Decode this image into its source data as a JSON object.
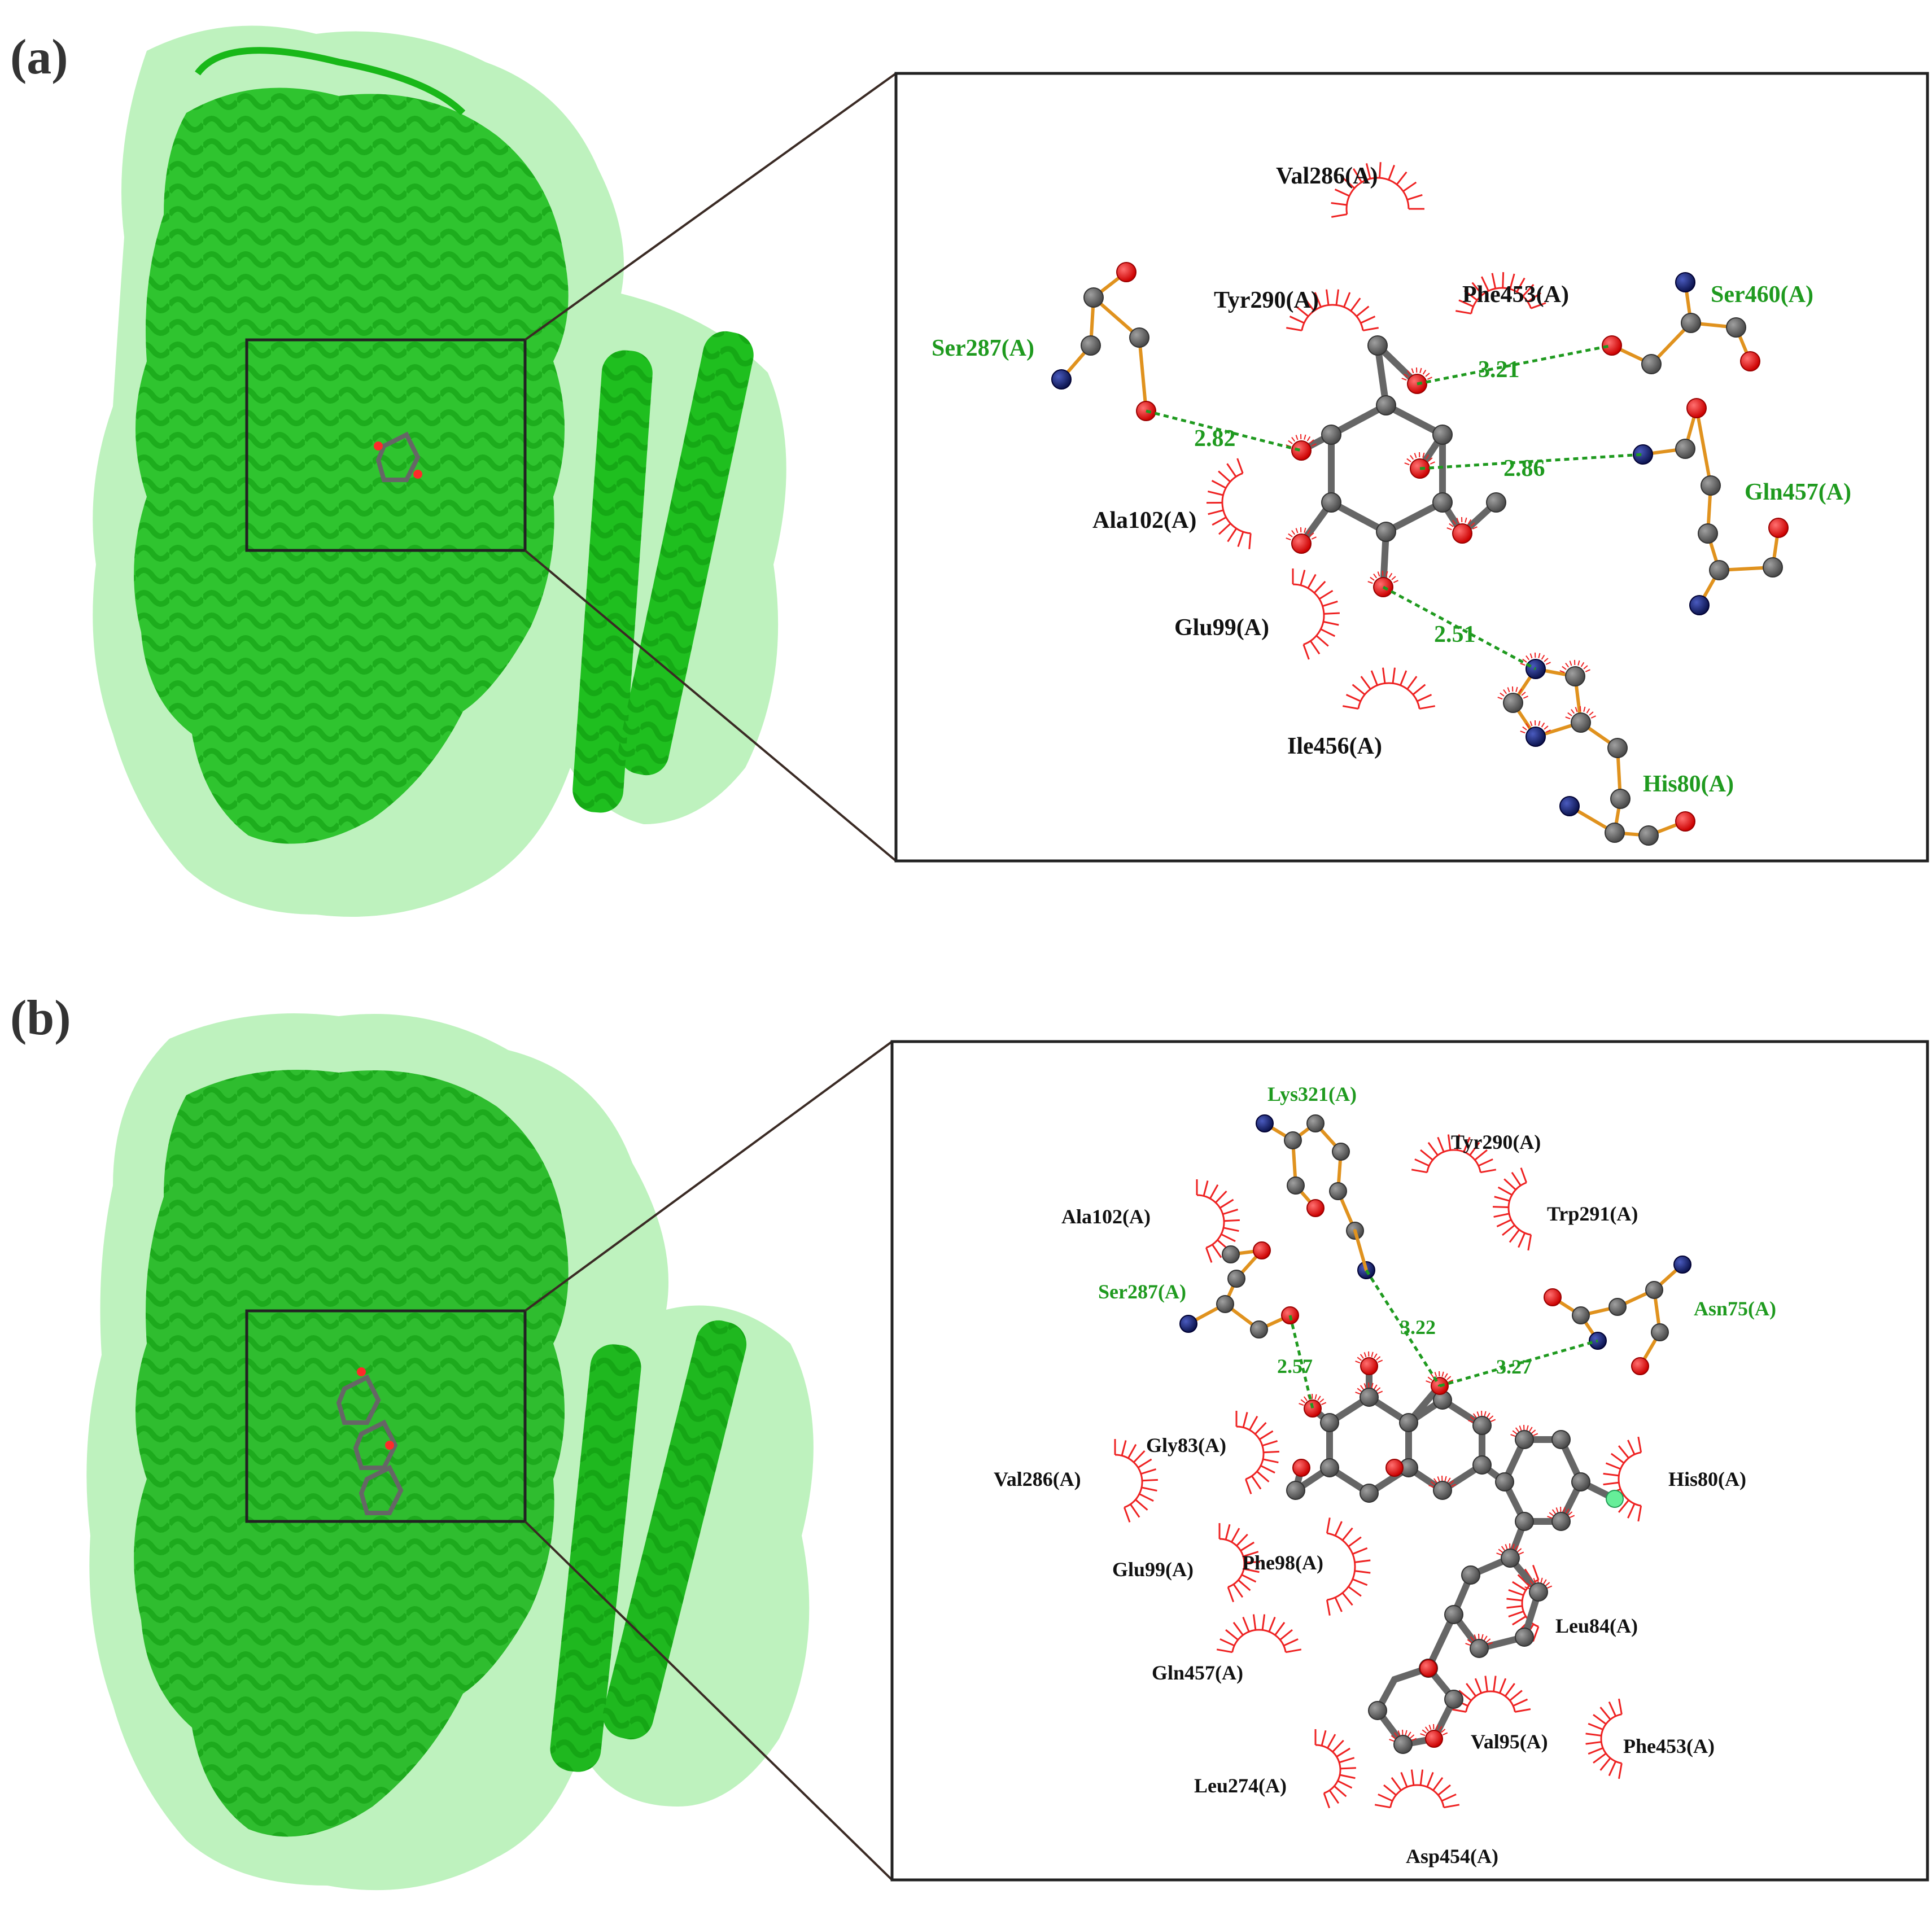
{
  "panels": [
    {
      "label": "(a)",
      "hydrophobic": [
        {
          "id": "val286",
          "text": "Val286(A)"
        },
        {
          "id": "tyr290",
          "text": "Tyr290(A)"
        },
        {
          "id": "phe453",
          "text": "Phe453(A)"
        },
        {
          "id": "ala102",
          "text": "Ala102(A)"
        },
        {
          "id": "glu99",
          "text": "Glu99(A)"
        },
        {
          "id": "ile456",
          "text": "Ile456(A)"
        }
      ],
      "hbond_residues": [
        {
          "id": "ser287",
          "text": "Ser287(A)"
        },
        {
          "id": "ser460",
          "text": "Ser460(A)"
        },
        {
          "id": "gln457",
          "text": "Gln457(A)"
        },
        {
          "id": "his80",
          "text": "His80(A)"
        }
      ],
      "distances": [
        "2.82",
        "3.21",
        "2.86",
        "2.51"
      ]
    },
    {
      "label": "(b)",
      "hydrophobic": [
        {
          "id": "tyr290",
          "text": "Tyr290(A)"
        },
        {
          "id": "ala102",
          "text": "Ala102(A)"
        },
        {
          "id": "trp291",
          "text": "Trp291(A)"
        },
        {
          "id": "gly83",
          "text": "Gly83(A)"
        },
        {
          "id": "val286",
          "text": "Val286(A)"
        },
        {
          "id": "his80",
          "text": "His80(A)"
        },
        {
          "id": "glu99",
          "text": "Glu99(A)"
        },
        {
          "id": "phe98",
          "text": "Phe98(A)"
        },
        {
          "id": "leu84",
          "text": "Leu84(A)"
        },
        {
          "id": "gln457",
          "text": "Gln457(A)"
        },
        {
          "id": "val95",
          "text": "Val95(A)"
        },
        {
          "id": "phe453",
          "text": "Phe453(A)"
        },
        {
          "id": "leu274",
          "text": "Leu274(A)"
        },
        {
          "id": "asp454",
          "text": "Asp454(A)"
        }
      ],
      "hbond_residues": [
        {
          "id": "lys321",
          "text": "Lys321(A)"
        },
        {
          "id": "ser287",
          "text": "Ser287(A)"
        },
        {
          "id": "asn75",
          "text": "Asn75(A)"
        }
      ],
      "distances": [
        "3.22",
        "2.57",
        "3.27"
      ]
    }
  ],
  "colors": {
    "protein": "#19c419",
    "surface": "#a8eda8",
    "carbon": "#606060",
    "oxygen": "#ff0000",
    "nitrogen": "#1a237e",
    "chlorine": "#66ee99",
    "hbond": "#1f9a1f",
    "residue_bond": "#e0921e",
    "hydrophobic": "#ee2222"
  }
}
